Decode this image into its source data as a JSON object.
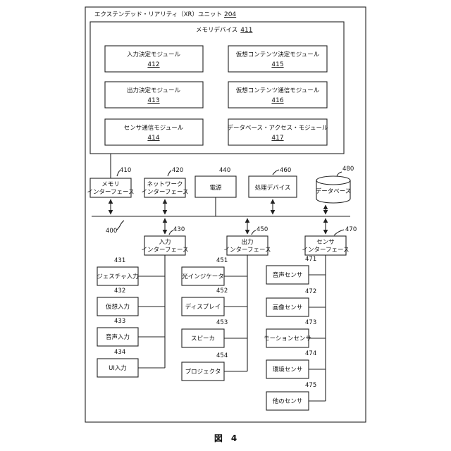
{
  "title": {
    "text": "エクステンデッド・リアリティ（XR）ユニット",
    "ref": "204"
  },
  "memory_device": {
    "text": "メモリデバイス",
    "ref": "411"
  },
  "modules": [
    {
      "id": "m412",
      "label": "入力決定モジュール",
      "ref": "412"
    },
    {
      "id": "m415",
      "label": "仮想コンテンツ決定モジュール",
      "ref": "415"
    },
    {
      "id": "m413",
      "label": "出力決定モジュール",
      "ref": "413"
    },
    {
      "id": "m416",
      "label": "仮想コンテンツ通信モジュール",
      "ref": "416"
    },
    {
      "id": "m414",
      "label": "センサ通信モジュール",
      "ref": "414"
    },
    {
      "id": "m417",
      "label": "データベース・アクセス・モジュール",
      "ref": "417"
    }
  ],
  "bus_row": [
    {
      "id": "n410",
      "line1": "メモリ",
      "line2": "インターフェース",
      "ref": "410"
    },
    {
      "id": "n420",
      "line1": "ネットワーク",
      "line2": "インターフェース",
      "ref": "420"
    },
    {
      "id": "n440",
      "line1": "電源",
      "line2": "",
      "ref": "440"
    },
    {
      "id": "n460",
      "line1": "処理デバイス",
      "line2": "",
      "ref": "460"
    },
    {
      "id": "n480",
      "line1": "データベース",
      "line2": "",
      "ref": "480"
    }
  ],
  "bus_ref": "400",
  "interfaces": [
    {
      "id": "n430",
      "line1": "入力",
      "line2": "インターフェース",
      "ref": "430"
    },
    {
      "id": "n450",
      "line1": "出力",
      "line2": "インターフェース",
      "ref": "450"
    },
    {
      "id": "n470",
      "line1": "センサ",
      "line2": "インターフェース",
      "ref": "470"
    }
  ],
  "inputs": [
    {
      "id": "n431",
      "label": "ジェスチャ入力",
      "ref": "431"
    },
    {
      "id": "n432",
      "label": "仮想入力",
      "ref": "432"
    },
    {
      "id": "n433",
      "label": "音声入力",
      "ref": "433"
    },
    {
      "id": "n434",
      "label": "UI入力",
      "ref": "434"
    }
  ],
  "outputs": [
    {
      "id": "n451",
      "label": "光インジケータ",
      "ref": "451"
    },
    {
      "id": "n452",
      "label": "ディスプレイ",
      "ref": "452"
    },
    {
      "id": "n453",
      "label": "スピーカ",
      "ref": "453"
    },
    {
      "id": "n454",
      "label": "プロジェクタ",
      "ref": "454"
    }
  ],
  "sensors": [
    {
      "id": "n471",
      "label": "音声センサ",
      "ref": "471"
    },
    {
      "id": "n472",
      "label": "画像センサ",
      "ref": "472"
    },
    {
      "id": "n473",
      "label": "モーションセンサ",
      "ref": "473"
    },
    {
      "id": "n474",
      "label": "環境センサ",
      "ref": "474"
    },
    {
      "id": "n475",
      "label": "他のセンサ",
      "ref": "475"
    }
  ],
  "figure_label": "図　4"
}
